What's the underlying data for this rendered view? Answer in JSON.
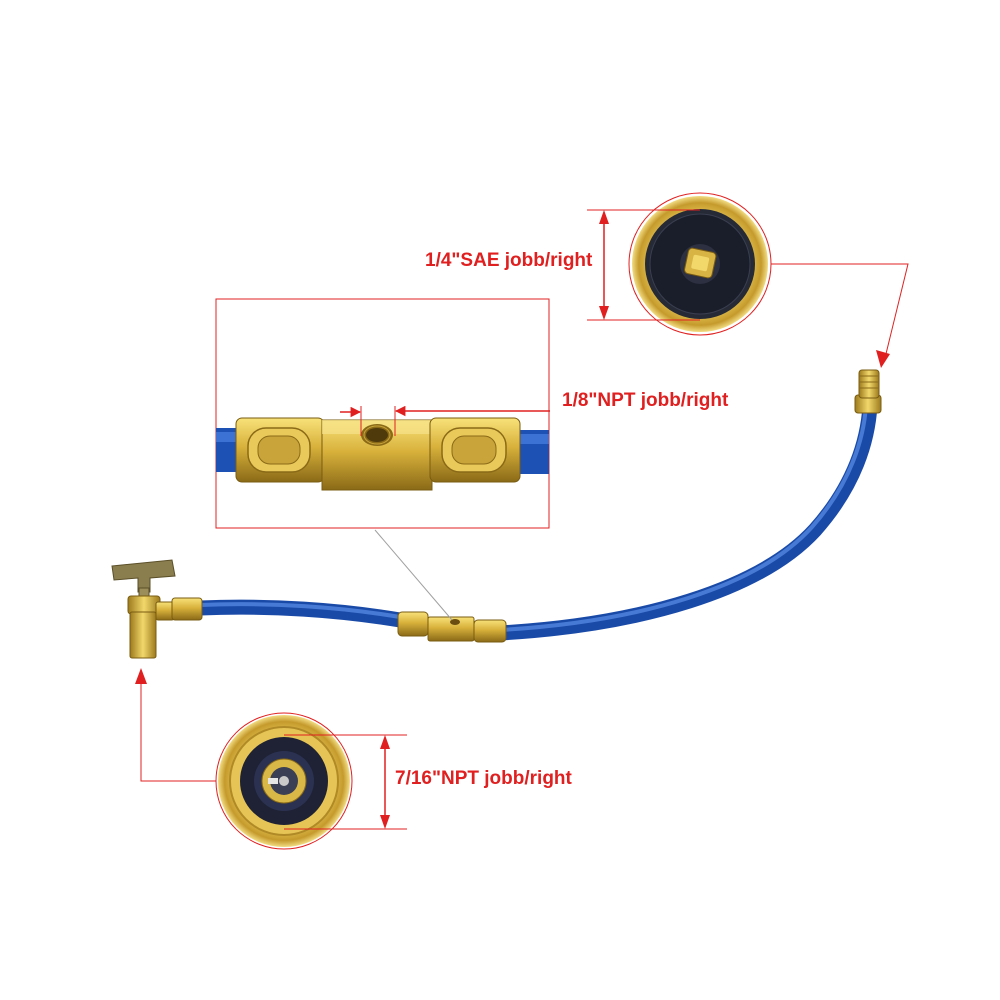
{
  "callouts": {
    "sae_port": "1/4\"SAE jobb/right",
    "tee_port": "1/8\"NPT jobb/right",
    "valve_port": "7/16\"NPT jobb/right"
  },
  "colors": {
    "annotation": "#e02020",
    "hose": "#1f57b8",
    "brass": "#d4b03a",
    "rubber_seal": "#1a1d2a"
  },
  "icons": {
    "tap_valve": "t-handle-valve-icon",
    "tee": "tee-fitting-icon"
  }
}
